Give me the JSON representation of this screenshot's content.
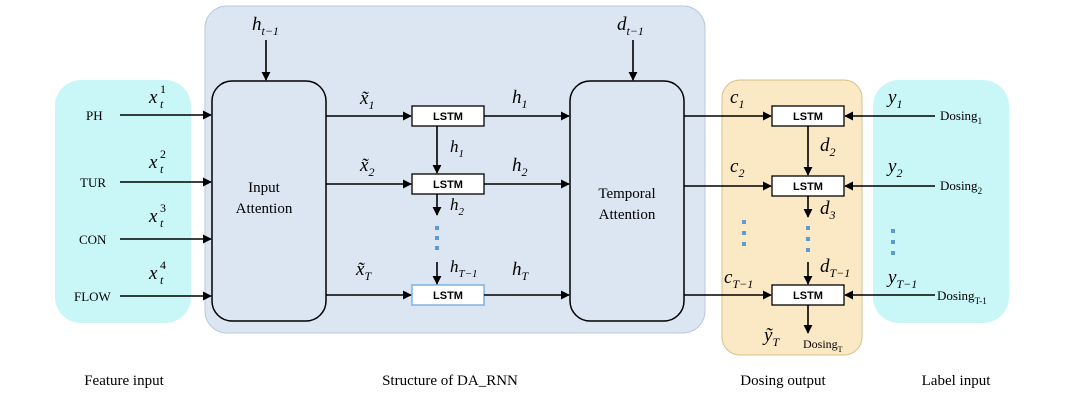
{
  "diagram": {
    "feature_panel": {
      "inputs": [
        {
          "label": "PH",
          "symbol": "x",
          "sup": "1",
          "sub": "t"
        },
        {
          "label": "TUR",
          "symbol": "x",
          "sup": "2",
          "sub": "t"
        },
        {
          "label": "CON",
          "symbol": "x",
          "sup": "3",
          "sub": "t"
        },
        {
          "label": "FLOW",
          "symbol": "x",
          "sup": "4",
          "sub": "t"
        }
      ],
      "caption": "Feature input"
    },
    "darnn": {
      "caption": "Structure of DA_RNN",
      "h_prev": {
        "main": "h",
        "sub": "t−1"
      },
      "d_prev": {
        "main": "d",
        "sub": "t−1"
      },
      "input_attention": {
        "line1": "Input",
        "line2": "Attention"
      },
      "temporal_attention": {
        "line1": "Temporal",
        "line2": "Attention"
      },
      "encoder_inputs": [
        {
          "main": "x̃",
          "sub": "1"
        },
        {
          "main": "x̃",
          "sub": "2"
        },
        {
          "main": "x̃",
          "sub": "T"
        }
      ],
      "encoder_cell_label": "LSTM",
      "hidden_out": [
        {
          "main": "h",
          "sub": "1"
        },
        {
          "main": "h",
          "sub": "2"
        },
        {
          "main": "h",
          "sub": "T"
        }
      ],
      "hidden_down": [
        {
          "main": "h",
          "sub": "1"
        },
        {
          "main": "h",
          "sub": "2"
        },
        {
          "main": "h",
          "sub": "T−1"
        }
      ]
    },
    "dosing_panel": {
      "caption": "Dosing output",
      "cell_label": "LSTM",
      "contexts": [
        {
          "main": "c",
          "sub": "1"
        },
        {
          "main": "c",
          "sub": "2"
        },
        {
          "main": "c",
          "sub": "T−1"
        }
      ],
      "states": [
        {
          "main": "d",
          "sub": "2"
        },
        {
          "main": "d",
          "sub": "3"
        },
        {
          "main": "d",
          "sub": "T−1"
        }
      ],
      "prediction": {
        "main": "ỹ",
        "sub": "T"
      },
      "final_output": {
        "main": "Dosing",
        "sub": "T"
      }
    },
    "label_panel": {
      "caption": "Label input",
      "labels": [
        {
          "main": "y",
          "sub": "1"
        },
        {
          "main": "y",
          "sub": "2"
        },
        {
          "main": "y",
          "sub": "T−1"
        }
      ],
      "dosing": [
        {
          "main": "Dosing",
          "sub": "1"
        },
        {
          "main": "Dosing",
          "sub": "2"
        },
        {
          "main": "Dosing",
          "sub": "T-1"
        }
      ]
    },
    "colors": {
      "feature_fill": "#c9f6f7",
      "dosing_fill": "#fbe8c4",
      "dosing_stroke": "#d9c08a",
      "darnn_fill": "#dce6f2",
      "darnn_stroke": "#b9c8da",
      "lstm_highlight_stroke": "#6fa8dc",
      "dots": "#5b9bd5",
      "line": "#000000"
    }
  }
}
